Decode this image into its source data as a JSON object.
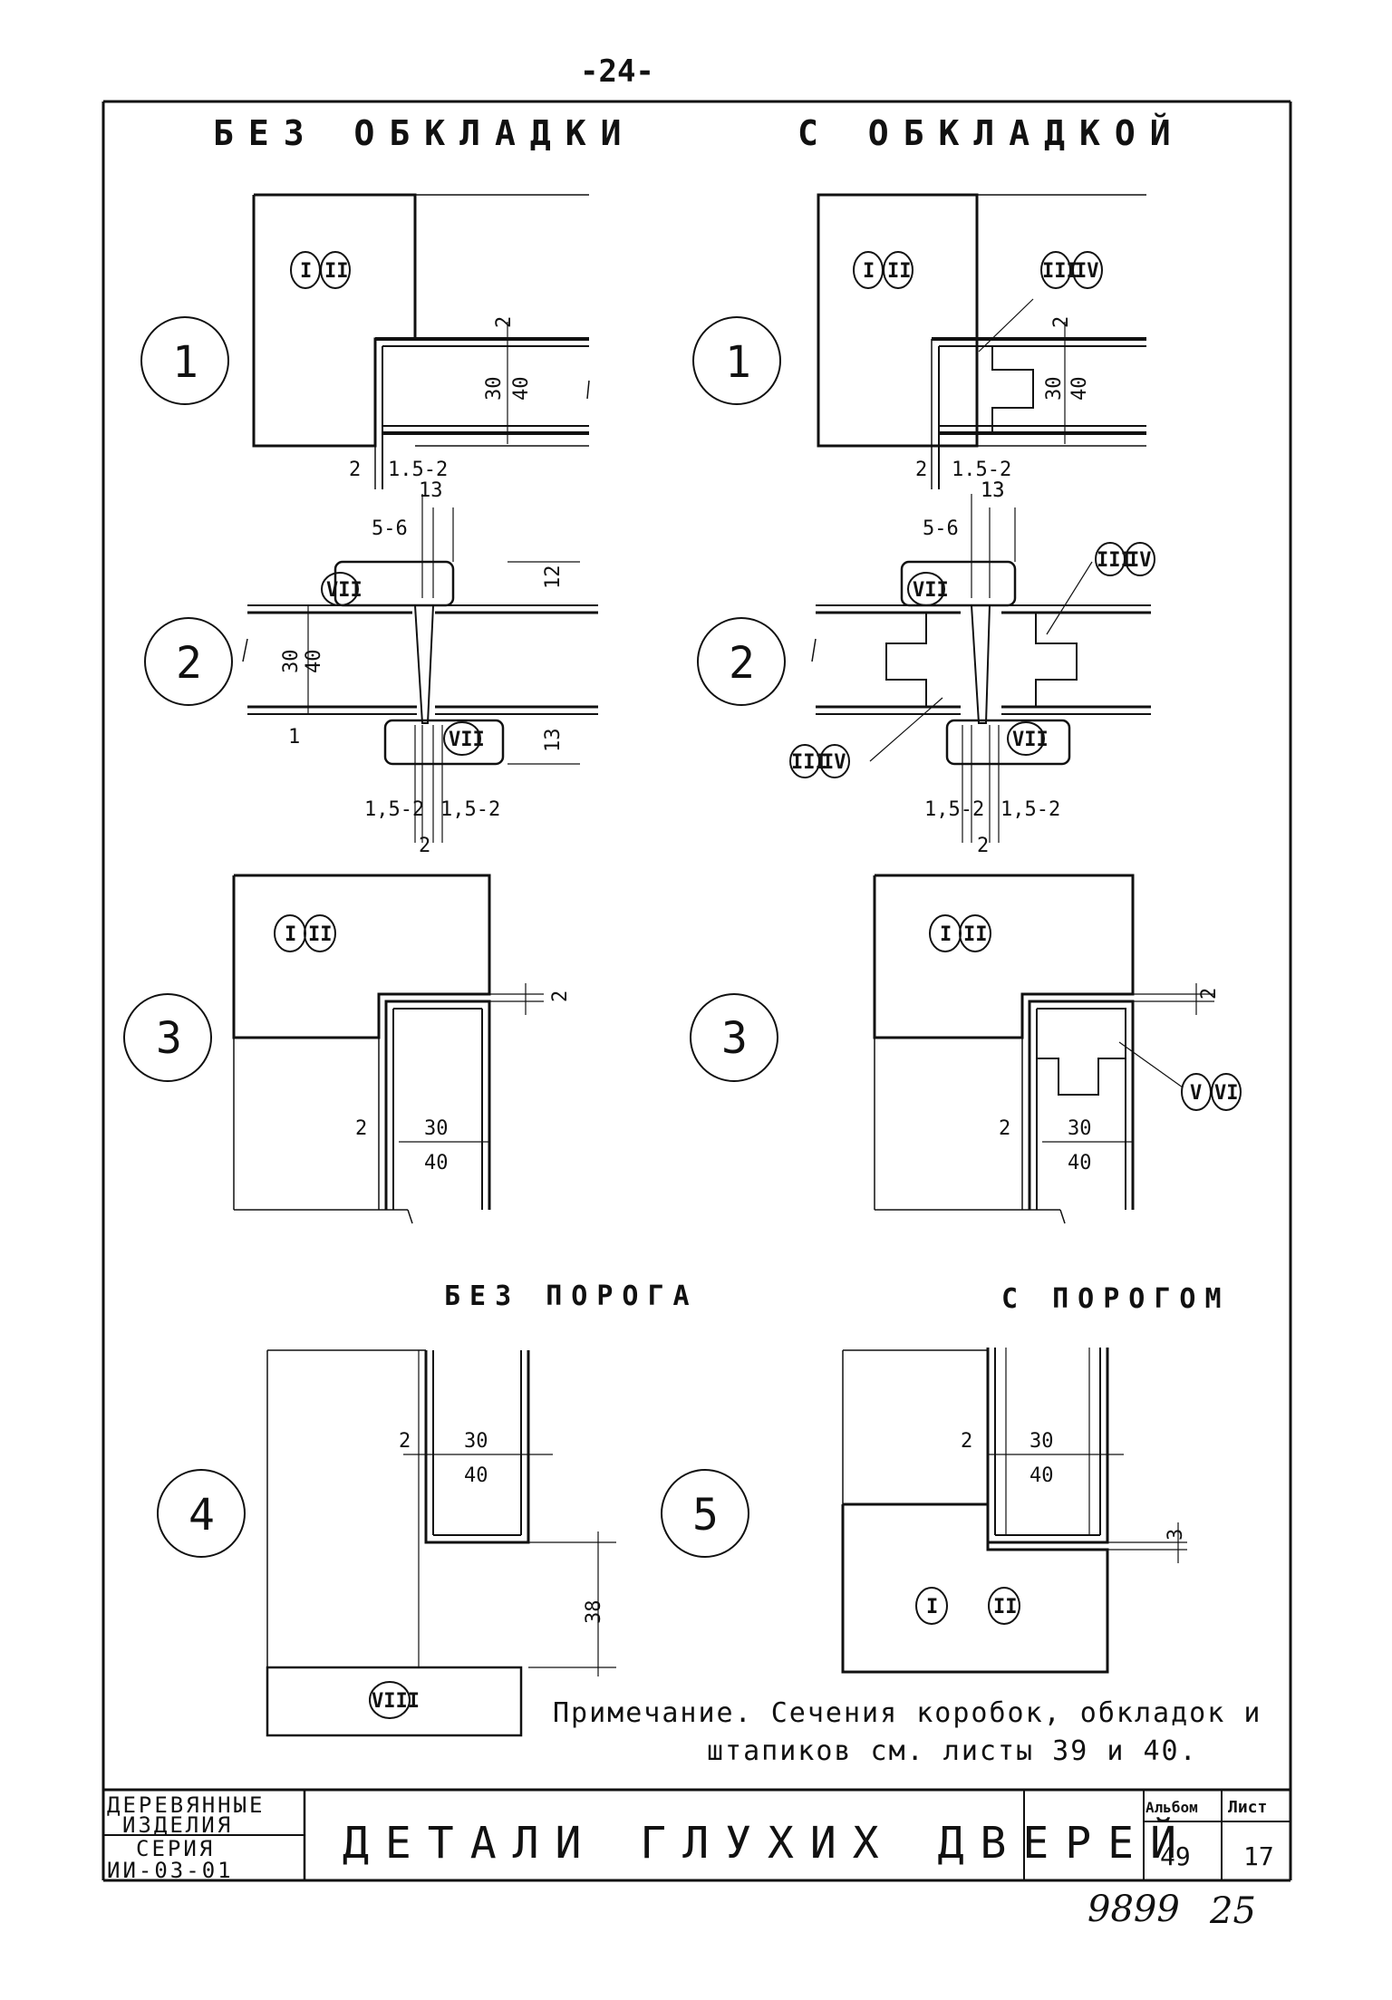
{
  "page_top_number": "-24-",
  "headers": {
    "left": "БЕЗ ОБКЛАДКИ",
    "right": "С ОБКЛАДКОЙ",
    "threshold_left": "БЕЗ ПОРОГА",
    "threshold_right": "С ПОРОГОМ"
  },
  "detail_numbers": [
    "1",
    "2",
    "3",
    "4",
    "5"
  ],
  "roman_marks": {
    "i": "I",
    "ii": "II",
    "iii": "III",
    "iv": "IV",
    "v": "V",
    "vi": "VI",
    "vii": "VII",
    "viii": "VIII"
  },
  "dimensions": {
    "d2": "2",
    "d1": "1",
    "d3": "3",
    "d12": "12",
    "d13": "13",
    "d30": "30",
    "d38": "38",
    "d40": "40",
    "d15_2": "1.5-2",
    "d15_2b": "1,5-2",
    "d5_6": "5-6"
  },
  "note": {
    "line1": "Примечание. Сечения коробок, обкладок и",
    "line2": "штапиков см. листы 39 и 40."
  },
  "stamp": {
    "org_line1": "ДЕРЕВЯННЫЕ",
    "org_line2": "ИЗДЕЛИЯ",
    "series_label": "СЕРИЯ",
    "series_value": "ИИ-03-01",
    "title": "ДЕТАЛИ ГЛУХИХ ДВЕРЕЙ",
    "album_label": "Альбом",
    "album_value": "49",
    "sheet_label": "Лист",
    "sheet_value": "17"
  },
  "footer": {
    "code": "9899",
    "page": "25"
  }
}
